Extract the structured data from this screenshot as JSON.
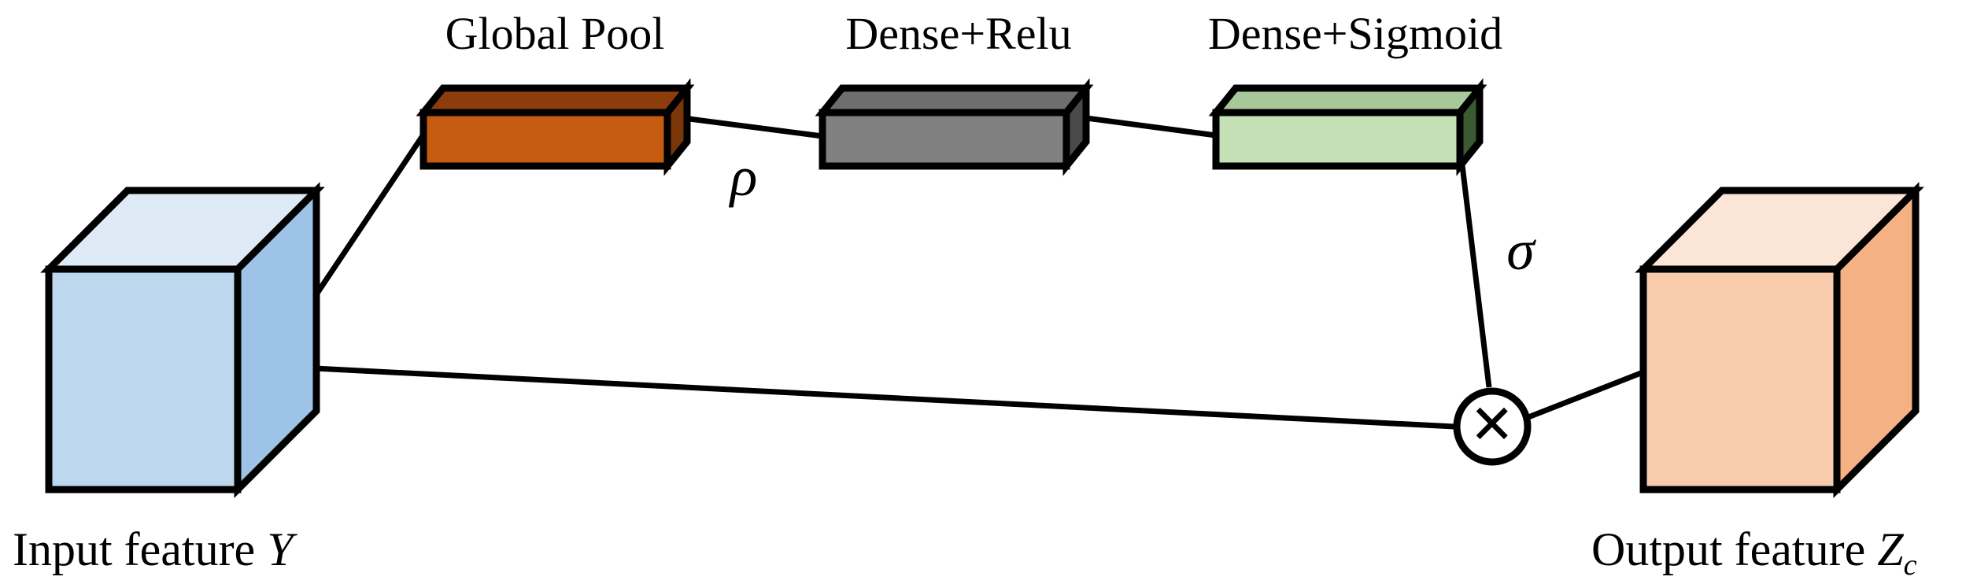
{
  "diagram": {
    "blocks": {
      "global_pool": {
        "label": "Global Pool",
        "front": "#c55a11",
        "top": "#8c3d0b",
        "side": "#7a3508"
      },
      "dense_relu": {
        "label": "Dense+Relu",
        "front": "#808080",
        "top": "#6e6e6e",
        "side": "#4a4a4a"
      },
      "dense_sigmoid": {
        "label": "Dense+Sigmoid",
        "front": "#c5e0b4",
        "top": "#a9c89a",
        "side": "#3c5a32"
      }
    },
    "input_cube": {
      "label_text": "Input feature ",
      "label_var": "Y",
      "front": "#bdd7ee",
      "top": "#deebf7",
      "side": "#9dc3e6"
    },
    "output_cube": {
      "label_text": "Output feature ",
      "label_var": "Z",
      "label_sub": "c",
      "front": "#f8cbad",
      "top": "#fbe5d6",
      "side": "#f4b183"
    },
    "symbols": {
      "rho": "ρ",
      "sigma": "σ",
      "multiply": "×"
    }
  }
}
